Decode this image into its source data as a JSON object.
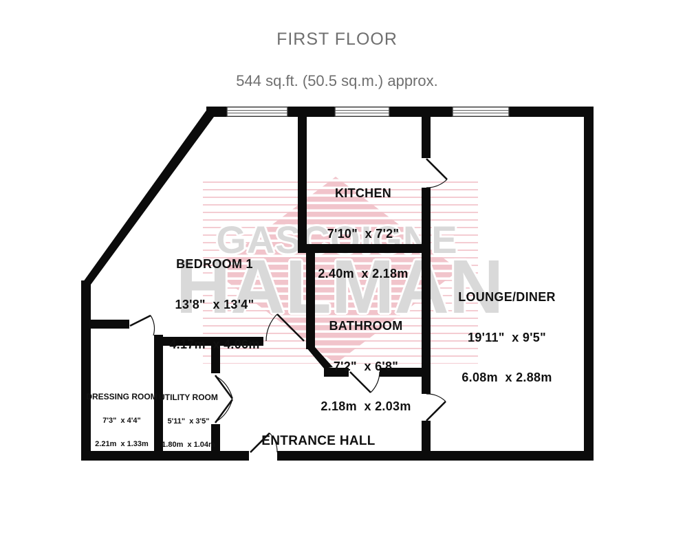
{
  "header": {
    "title": "FIRST FLOOR",
    "subtitle": "544 sq.ft. (50.5 sq.m.) approx."
  },
  "watermark": {
    "line1": "GASCOIGNE",
    "line2": "HALMAN"
  },
  "rooms": {
    "kitchen": {
      "name": "KITCHEN",
      "imperial": "7'10\"  x 7'2\"",
      "metric": "2.40m  x 2.18m"
    },
    "bedroom1": {
      "name": "BEDROOM 1",
      "imperial": "13'8\"  x 13'4\"",
      "metric": "4.17m  x 4.06m"
    },
    "lounge": {
      "name": "LOUNGE/DINER",
      "imperial": "19'11\"  x 9'5\"",
      "metric": "6.08m  x 2.88m"
    },
    "bathroom": {
      "name": "BATHROOM",
      "imperial": "7'2\"  x 6'8\"",
      "metric": "2.18m  x 2.03m"
    },
    "dressing": {
      "name": "DRESSING ROOM",
      "imperial": "7'3\"  x 4'4\"",
      "metric": "2.21m  x 1.33m"
    },
    "utility": {
      "name": "UTILITY ROOM",
      "imperial": "5'11\"  x 3'5\"",
      "metric": "1.80m  x 1.04m"
    },
    "hall": {
      "name": "ENTRANCE HALL"
    }
  },
  "colors": {
    "wall": "#0b0b0b",
    "stripe_pink": "#f2c6cc",
    "watermark_text": "#d9d9d9",
    "title_gray": "#6f6f6f"
  }
}
